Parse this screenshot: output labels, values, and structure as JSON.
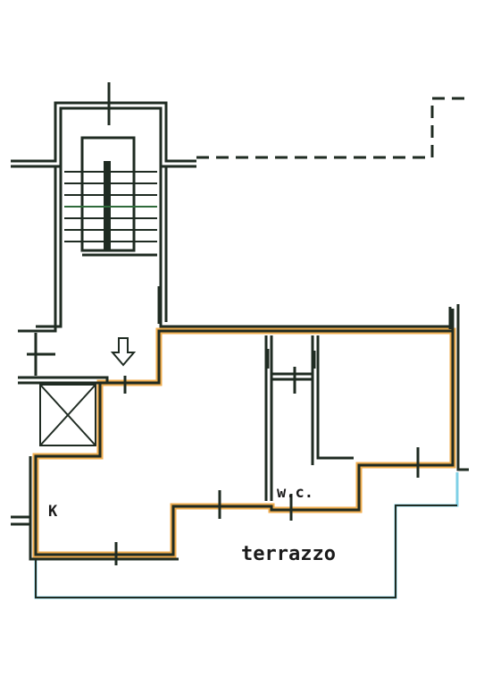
{
  "labels": {
    "kitchen": "K",
    "wc": "w.c.",
    "terrace": "terrazzo"
  },
  "colors": {
    "wall": "#1f2b22",
    "unit_outline": "#f0ad4e",
    "terrace_edge": "#7fd0e6",
    "paper": "#ffffff"
  },
  "icons": {
    "entrance": "arrow-down-outline",
    "elevator": "crossed-box",
    "stairs": "stair-treads"
  }
}
